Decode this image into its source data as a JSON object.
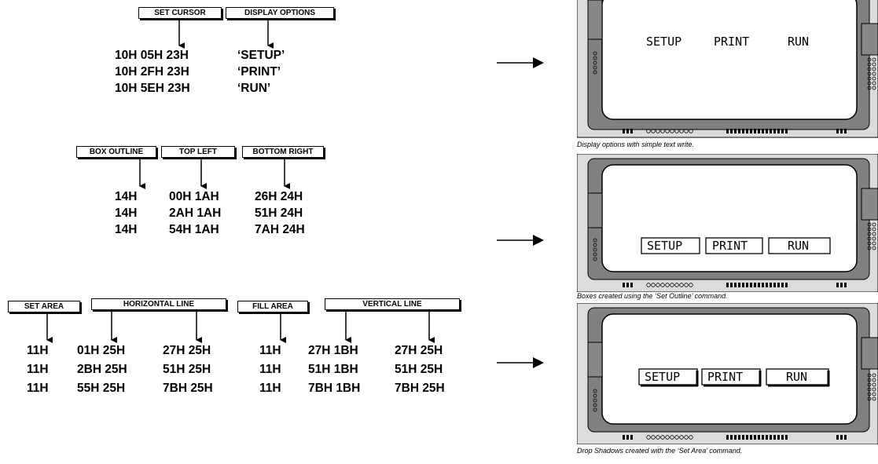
{
  "section1": {
    "labels": [
      "SET CURSOR",
      "DISPLAY OPTIONS"
    ],
    "rows": [
      {
        "code": "10H 05H 23H",
        "text": "‘SETUP’"
      },
      {
        "code": "10H 2FH 23H",
        "text": "‘PRINT’"
      },
      {
        "code": "10H 5EH 23H",
        "text": "‘RUN’"
      }
    ]
  },
  "section2": {
    "labels": [
      "BOX OUTLINE",
      "TOP LEFT",
      "BOTTOM RIGHT"
    ],
    "rows": [
      {
        "a": "14H",
        "b": "00H 1AH",
        "c": "26H 24H"
      },
      {
        "a": "14H",
        "b": "2AH 1AH",
        "c": "51H 24H"
      },
      {
        "a": "14H",
        "b": "54H 1AH",
        "c": "7AH 24H"
      }
    ]
  },
  "section3": {
    "labels": [
      "SET AREA",
      "HORIZONTAL LINE",
      "FILL AREA",
      "VERTICAL LINE"
    ],
    "rows": [
      {
        "c1": "11H",
        "c2": "01H 25H",
        "c3": "27H 25H",
        "c4": "11H",
        "c5": "27H 1BH",
        "c6": "27H 25H"
      },
      {
        "c1": "11H",
        "c2": "2BH 25H",
        "c3": "51H 25H",
        "c4": "11H",
        "c5": "51H 1BH",
        "c6": "51H 25H"
      },
      {
        "c1": "11H",
        "c2": "55H 25H",
        "c3": "7BH 25H",
        "c4": "11H",
        "c5": "7BH 1BH",
        "c6": "7BH 25H"
      }
    ]
  },
  "displays": [
    {
      "words": [
        "SETUP",
        "PRINT",
        "RUN"
      ],
      "caption": "Display options with simple text write."
    },
    {
      "words": [
        "SETUP",
        "PRINT",
        "RUN"
      ],
      "caption": "Boxes created using the ‘Set Outline’ command."
    },
    {
      "words": [
        "SETUP",
        "PRINT",
        "RUN"
      ],
      "caption": "Drop Shadows created with the ‘Set Area’ command."
    }
  ]
}
